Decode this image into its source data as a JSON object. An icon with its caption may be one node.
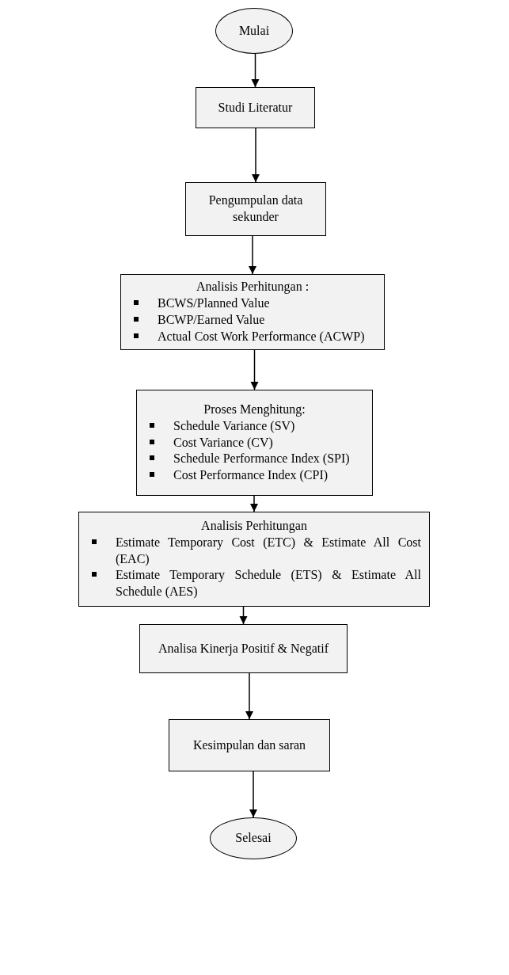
{
  "diagram": {
    "nodes": [
      {
        "text": [
          "Mulai"
        ]
      },
      {
        "text": [
          "Studi Literatur"
        ]
      },
      {
        "text": [
          "Pengumpulan data sekunder"
        ]
      },
      {
        "text": [
          "Analisis Perhitungan :",
          "BCWS/Planned Value",
          "BCWP/Earned Value",
          "Actual Cost Work Performance (ACWP)"
        ]
      },
      {
        "text": [
          "Proses Menghitung:",
          "Schedule Variance (SV)",
          "Cost Variance (CV)",
          "Schedule Performance Index (SPI)",
          "Cost Performance Index (CPI)"
        ]
      },
      {
        "text": [
          "Analisis Perhitungan",
          "Estimate Temporary Cost (ETC) & Estimate All Cost (EAC)",
          "Estimate Temporary Schedule (ETS) & Estimate All Schedule (AES)"
        ]
      },
      {
        "text": [
          "Analisa Kinerja Positif & Negatif"
        ]
      },
      {
        "text": [
          "Kesimpulan dan saran"
        ]
      },
      {
        "text": [
          "Selesai"
        ]
      }
    ],
    "edges": [
      {
        "from": 0,
        "to": 1,
        "arrow": "to"
      },
      {
        "from": 1,
        "to": 2,
        "arrow": "to"
      },
      {
        "from": 2,
        "to": 3,
        "arrow": "to"
      },
      {
        "from": 3,
        "to": 4,
        "arrow": "to"
      },
      {
        "from": 4,
        "to": 5,
        "arrow": "to"
      },
      {
        "from": 5,
        "to": 6,
        "arrow": "to"
      },
      {
        "from": 6,
        "to": 7,
        "arrow": "to"
      },
      {
        "from": 7,
        "to": 8,
        "arrow": "to"
      }
    ]
  }
}
